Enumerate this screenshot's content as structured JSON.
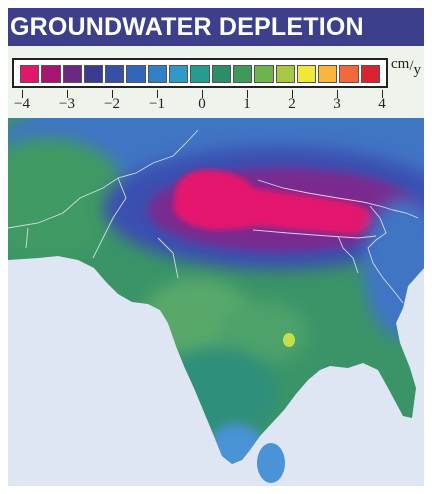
{
  "title": "GROUNDWATER DEPLETION",
  "legend": {
    "unit_numerator": "cm",
    "unit_denominator": "y",
    "min": -4,
    "max": 4,
    "ticks": [
      {
        "value": -4,
        "label": "−4"
      },
      {
        "value": -3,
        "label": "−3"
      },
      {
        "value": -2,
        "label": "−2"
      },
      {
        "value": -1,
        "label": "−1"
      },
      {
        "value": 0,
        "label": "0"
      },
      {
        "value": 1,
        "label": "1"
      },
      {
        "value": 2,
        "label": "2"
      },
      {
        "value": 3,
        "label": "3"
      },
      {
        "value": 4,
        "label": "4"
      }
    ],
    "colors": [
      "#e0176b",
      "#a51672",
      "#6b2a80",
      "#3b3c8f",
      "#3451a6",
      "#3166b8",
      "#3480c8",
      "#2f99c8",
      "#279b8f",
      "#2d8d66",
      "#3f9a57",
      "#6bb44e",
      "#a8c845",
      "#f1e63a",
      "#f6b73c",
      "#f1683a",
      "#d9232e"
    ]
  },
  "map_colors": {
    "ocean": "#dde6f2",
    "depletion_core": "#e4176e",
    "depletion_mid": "#b02a8a",
    "depletion_band": "#3b4fb0",
    "blue_zone": "#3f74c4",
    "green_teal": "#2e8f7a",
    "green": "#3f9a63",
    "light_green": "#58a86a",
    "yellow_green": "#c6de48",
    "light_blue": "#4a93d6",
    "borders": "#dfe8f0"
  }
}
